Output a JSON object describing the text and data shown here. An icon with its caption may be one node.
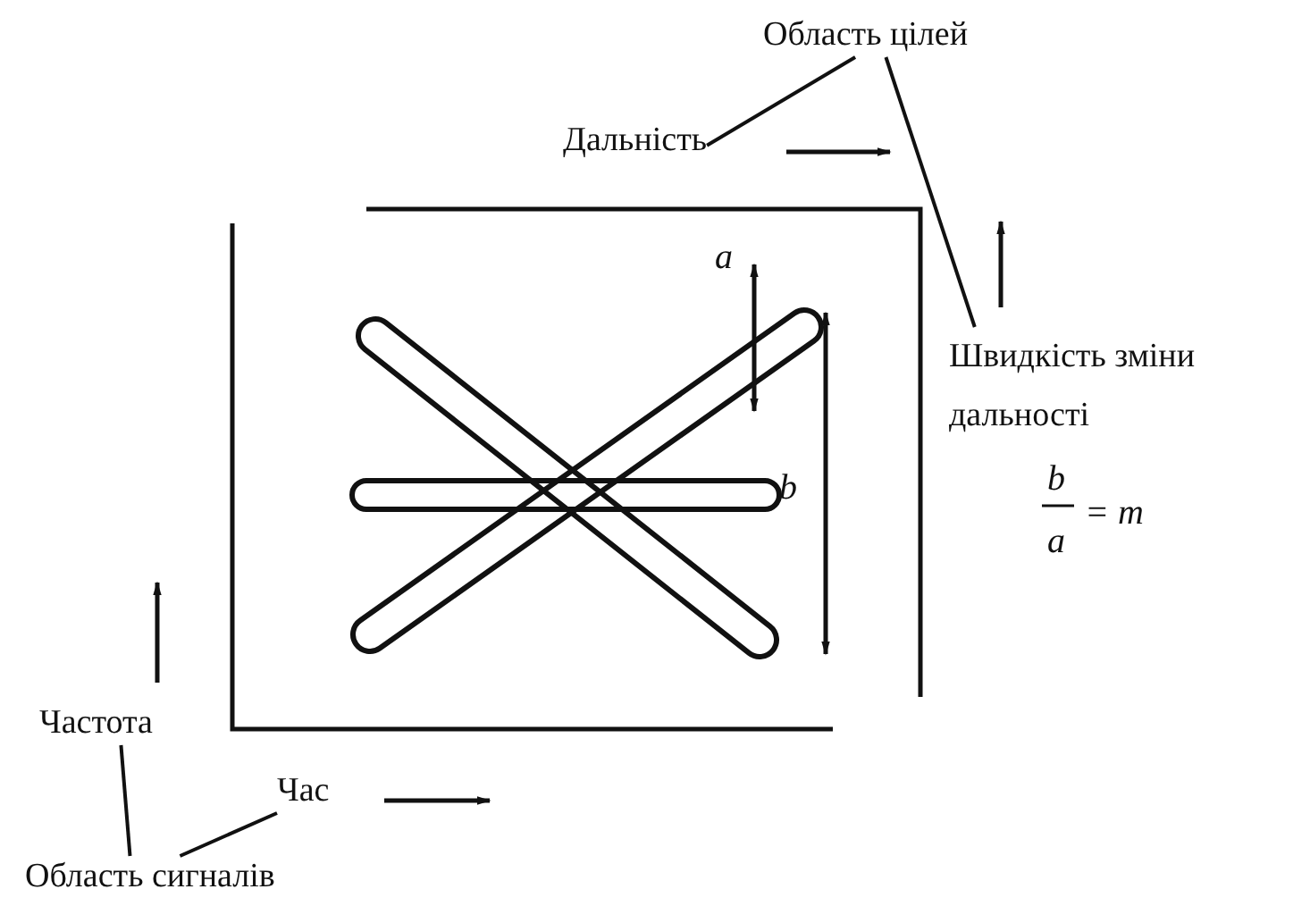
{
  "diagram": {
    "nodes": [
      {
        "text": [
          "Область цілей"
        ]
      },
      {
        "text": [
          "Дальність"
        ]
      },
      {
        "text": [
          "Швидкість зміни дальності"
        ]
      },
      {
        "text": [
          "Частота"
        ]
      },
      {
        "text": [
          "Час"
        ]
      },
      {
        "text": [
          "Область сигналів"
        ]
      }
    ],
    "edges": [
      {
        "from": 0,
        "to": 1,
        "arrow": "none"
      },
      {
        "from": 0,
        "to": 2,
        "arrow": "none"
      },
      {
        "from": 5,
        "to": 3,
        "arrow": "none"
      },
      {
        "from": 5,
        "to": 4,
        "arrow": "none"
      }
    ],
    "labels": [
      "a",
      "b",
      "b",
      "a",
      "= m"
    ]
  }
}
